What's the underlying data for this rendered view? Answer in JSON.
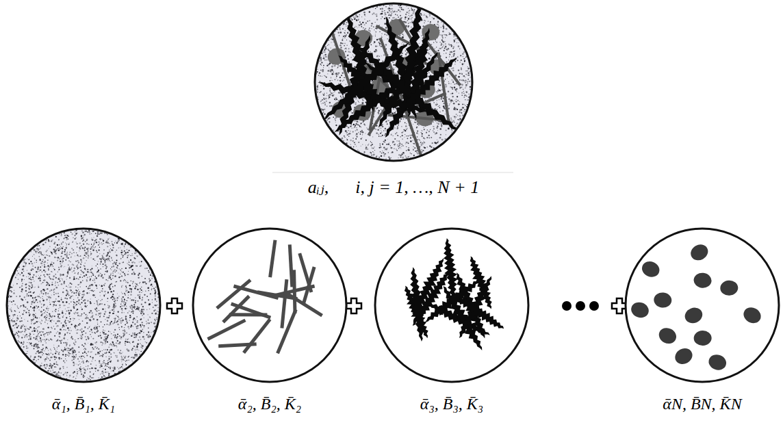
{
  "diagram": {
    "nodes": [
      {
        "text": [
          "aᵢⱼ,      i, j = 1, …, N + 1"
        ]
      },
      {
        "text": [
          "ᾱ₁, B̄₁, K̄₁"
        ]
      },
      {
        "text": [
          "ᾱ₂, B̄₂, K̄₂"
        ]
      },
      {
        "text": [
          "ᾱ₃, B̄₃, K̄₃"
        ]
      },
      {
        "text": [
          "ᾱN, B̄N, K̄N"
        ]
      }
    ]
  }
}
